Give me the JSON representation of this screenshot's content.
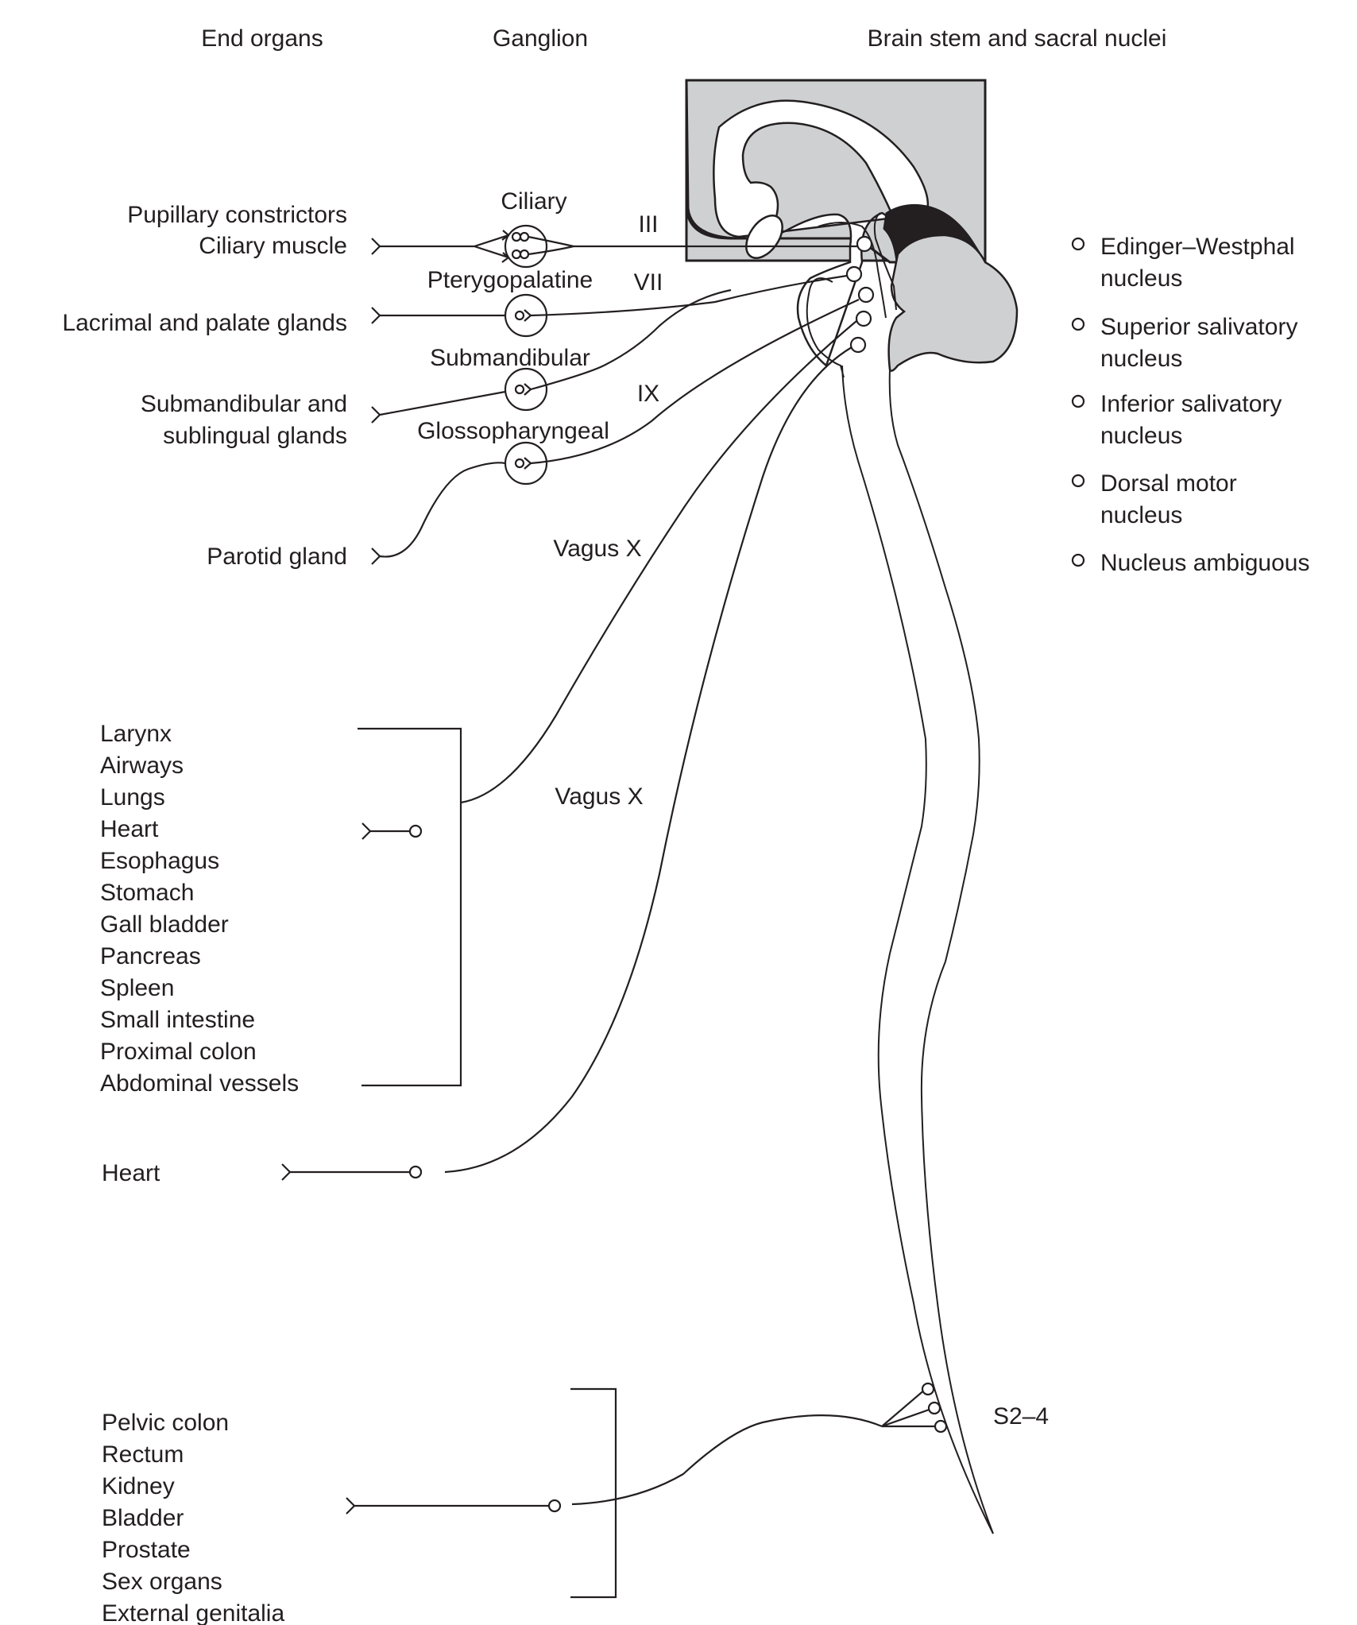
{
  "headers": {
    "end_organs": "End organs",
    "ganglion": "Ganglion",
    "nuclei": "Brain stem and sacral nuclei"
  },
  "end_organs": {
    "pupillary": "Pupillary constrictors",
    "ciliary_muscle": "Ciliary muscle",
    "lacrimal": "Lacrimal and palate glands",
    "submandibular_line1": "Submandibular and",
    "submandibular_line2": "sublingual glands",
    "parotid": "Parotid gland",
    "vagus_group": [
      "Larynx",
      "Airways",
      "Lungs",
      "Heart",
      "Esophagus",
      "Stomach",
      "Gall bladder",
      "Pancreas",
      "Spleen",
      "Small intestine",
      "Proximal colon",
      "Abdominal vessels"
    ],
    "heart_single": "Heart",
    "sacral_group": [
      "Pelvic colon",
      "Rectum",
      "Kidney",
      "Bladder",
      "Prostate",
      "Sex organs",
      "External genitalia"
    ]
  },
  "ganglia": {
    "ciliary": "Ciliary",
    "pterygopalatine": "Pterygopalatine",
    "submandibular": "Submandibular",
    "glossopharyngeal": "Glossopharyngeal"
  },
  "nerves": {
    "iii": "III",
    "vii": "VII",
    "ix": "IX",
    "vagus_upper": "Vagus X",
    "vagus_lower": "Vagus X",
    "sacral": "S2–4"
  },
  "nuclei_legend": [
    {
      "line1": "Edinger–Westphal",
      "line2": "nucleus"
    },
    {
      "line1": "Superior salivatory",
      "line2": "nucleus"
    },
    {
      "line1": "Inferior salivatory",
      "line2": "nucleus"
    },
    {
      "line1": "Dorsal motor",
      "line2": "nucleus"
    },
    {
      "line1": "Nucleus ambiguous",
      "line2": ""
    }
  ],
  "colors": {
    "ink": "#231f20",
    "brain_gray": "#cfd0d2",
    "background": "#ffffff"
  }
}
